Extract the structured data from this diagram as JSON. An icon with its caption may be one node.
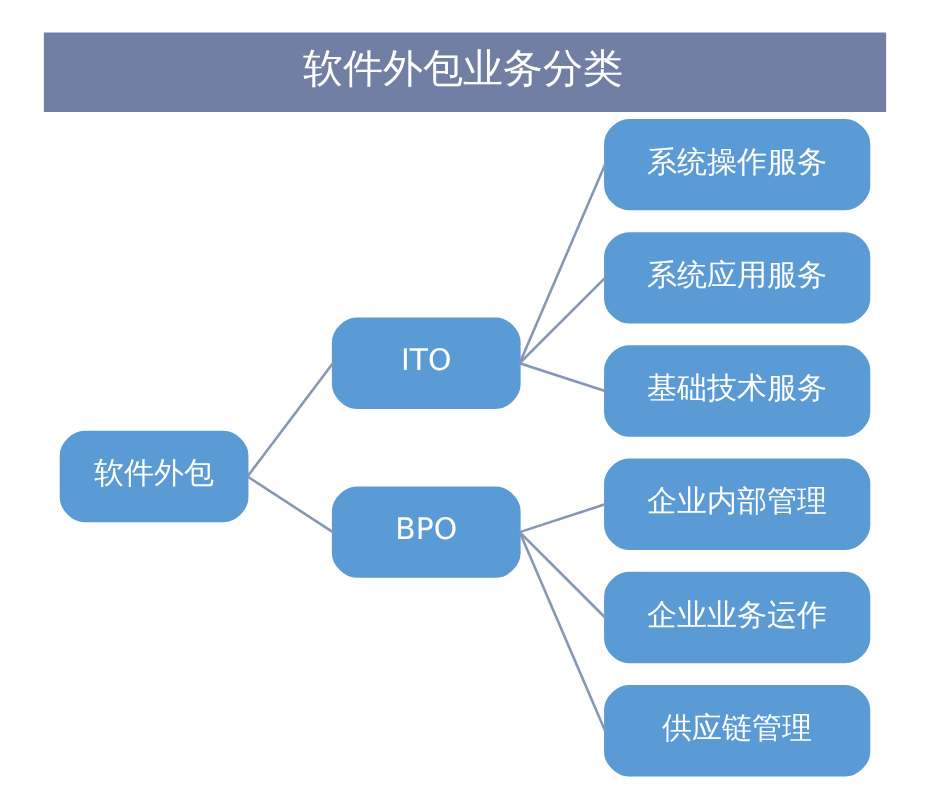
{
  "diagram": {
    "title": "软件外包业务分类",
    "nodes": [
      {
        "text": [
          "软件外包"
        ]
      },
      {
        "text": [
          "ITO"
        ]
      },
      {
        "text": [
          "BPO"
        ]
      },
      {
        "text": [
          "系统操作服务"
        ]
      },
      {
        "text": [
          "系统应用服务"
        ]
      },
      {
        "text": [
          "基础技术服务"
        ]
      },
      {
        "text": [
          "企业内部管理"
        ]
      },
      {
        "text": [
          "企业业务运作"
        ]
      },
      {
        "text": [
          "供应链管理"
        ]
      }
    ],
    "edges": [
      {
        "from": 0,
        "to": 1,
        "arrow": "none"
      },
      {
        "from": 0,
        "to": 2,
        "arrow": "none"
      },
      {
        "from": 1,
        "to": 3,
        "arrow": "none"
      },
      {
        "from": 1,
        "to": 4,
        "arrow": "none"
      },
      {
        "from": 1,
        "to": 5,
        "arrow": "none"
      },
      {
        "from": 2,
        "to": 6,
        "arrow": "none"
      },
      {
        "from": 2,
        "to": 7,
        "arrow": "none"
      },
      {
        "from": 2,
        "to": 8,
        "arrow": "none"
      }
    ]
  }
}
